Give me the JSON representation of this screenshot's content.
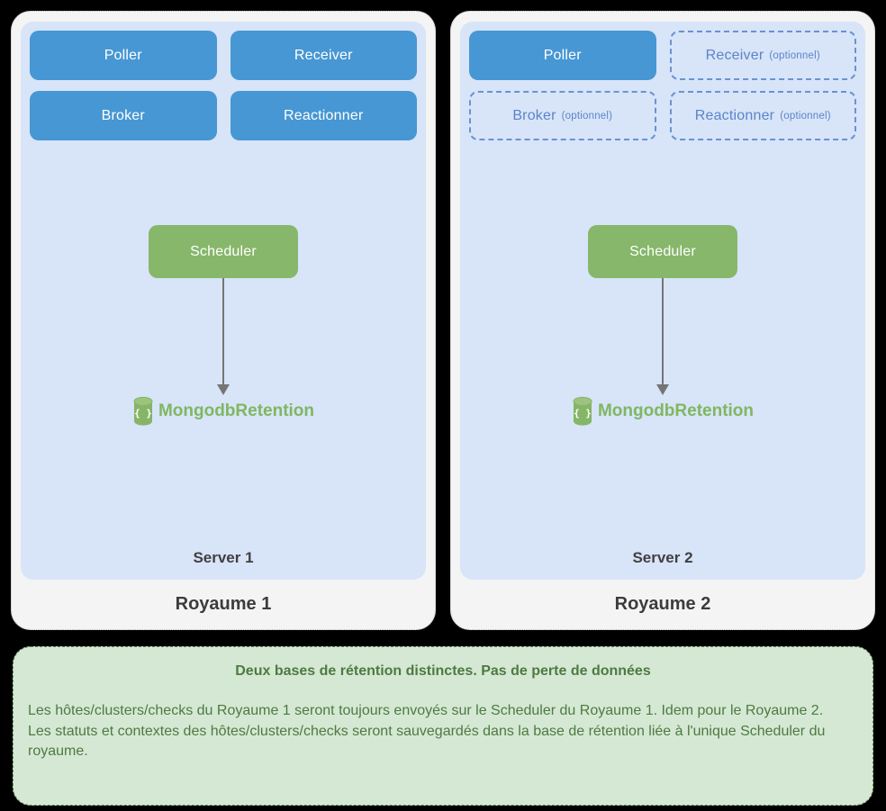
{
  "kingdoms": [
    {
      "title": "Royaume 1",
      "server_label": "Server 1",
      "nodes": [
        {
          "label": "Poller"
        },
        {
          "label": "Receiver"
        },
        {
          "label": "Broker"
        },
        {
          "label": "Reactionner"
        }
      ],
      "scheduler_label": "Scheduler",
      "retention_label": "MongodbRetention"
    },
    {
      "title": "Royaume 2",
      "server_label": "Server 2",
      "nodes": [
        {
          "label": "Poller"
        },
        {
          "label": "Receiver",
          "optional_label": "(optionnel)"
        },
        {
          "label": "Broker",
          "optional_label": "(optionnel)"
        },
        {
          "label": "Reactionner",
          "optional_label": "(optionnel)"
        }
      ],
      "scheduler_label": "Scheduler",
      "retention_label": "MongodbRetention"
    }
  ],
  "note": {
    "title": "Deux bases de rétention distinctes. Pas de perte de données",
    "paragraphs": [
      "Les hôtes/clusters/checks du Royaume 1 seront toujours envoyés sur le Scheduler du Royaume 1. Idem pour le Royaume 2.",
      "Les statuts et contextes des hôtes/clusters/checks seront sauvegardés dans la base de rétention liée à l'unique Scheduler du royaume."
    ]
  },
  "colors": {
    "page_background": "#000000",
    "kingdom_panel": "#f4f4f4",
    "server_panel": "#d8e4f8",
    "node_blue": "#4697d3",
    "node_dashed_border": "#6a93d1",
    "scheduler_green": "#87b76a",
    "retention_green": "#7fb761",
    "arrow_gray": "#757575",
    "note_background": "#d5e8d4",
    "note_text": "#4e7a41"
  },
  "icons": {
    "database": "database-icon"
  }
}
